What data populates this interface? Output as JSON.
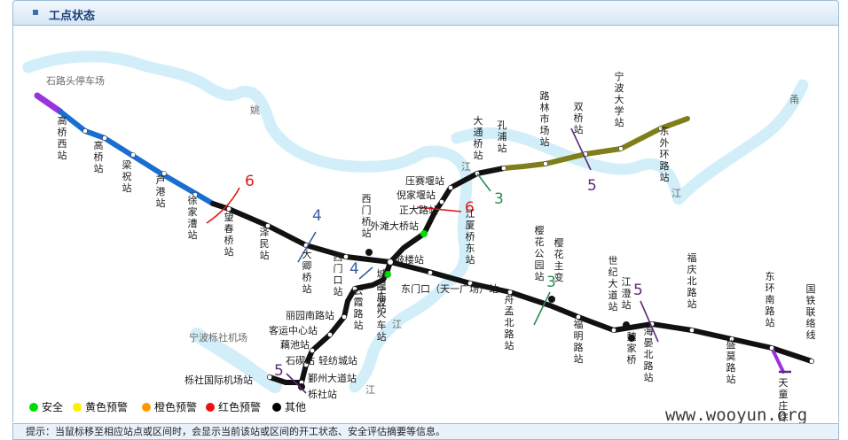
{
  "header": {
    "title": "工点状态"
  },
  "hint": "提示：当鼠标移至相应站点或区间时，会显示当前该站或区间的开工状态、安全评估摘要等信息。",
  "watermark": "www.wooyun.org",
  "legend": [
    {
      "label": "安全",
      "color": "#00dd00"
    },
    {
      "label": "黄色预警",
      "color": "#ffee00"
    },
    {
      "label": "橙色预警",
      "color": "#ff9900"
    },
    {
      "label": "红色预警",
      "color": "#ee1111"
    },
    {
      "label": "其他",
      "color": "#000000"
    }
  ],
  "water_labels": [
    "石路头停车场",
    "姚",
    "江",
    "宁波栎社机场",
    "江",
    "甬",
    "江",
    "江"
  ],
  "line_numbers": [
    "6",
    "4",
    "4",
    "6",
    "3",
    "5",
    "3",
    "5",
    "5"
  ],
  "line_colors": {
    "line6": "#e01a1a",
    "line4": "#3a5fa0",
    "line3": "#2e8a5a",
    "line5": "#5a2a7a",
    "depot_west": "#9933dd",
    "blue_segment": "#1a6ed0",
    "olive_segment": "#7f7f1a",
    "main": "#111111",
    "river": "#cfeef8"
  },
  "stations": [
    "高桥西站",
    "高桥站",
    "梁祝站",
    "芦港站",
    "徐家漕站",
    "望春桥站",
    "泽民站",
    "大卿桥站",
    "西门桥站",
    "西门口站",
    "鼓楼站",
    "城隍庙站",
    "东门口（天一广场）站",
    "云霞路站",
    "宁波火车站",
    "丽园南路站",
    "客运中心站",
    "藕池站",
    "石碶站",
    "轻纺城站",
    "鄞州大道站",
    "栎社站",
    "栎社国际机场站",
    "外滩大桥站",
    "正大路站",
    "倪家堰站",
    "压赛堰站",
    "大通桥站",
    "孔浦站",
    "路林市场站",
    "双桥站",
    "宁波大学站",
    "东外环路站",
    "江厦桥东站",
    "舟孟北路站",
    "樱花公园站",
    "樱花主变",
    "福明路站",
    "世纪大道站",
    "江澄站",
    "海晏北路站",
    "魏家桥",
    "福庆北路站",
    "盛莫路站",
    "东环南路站",
    "国铁联络线",
    "天童庄综合基地"
  ]
}
